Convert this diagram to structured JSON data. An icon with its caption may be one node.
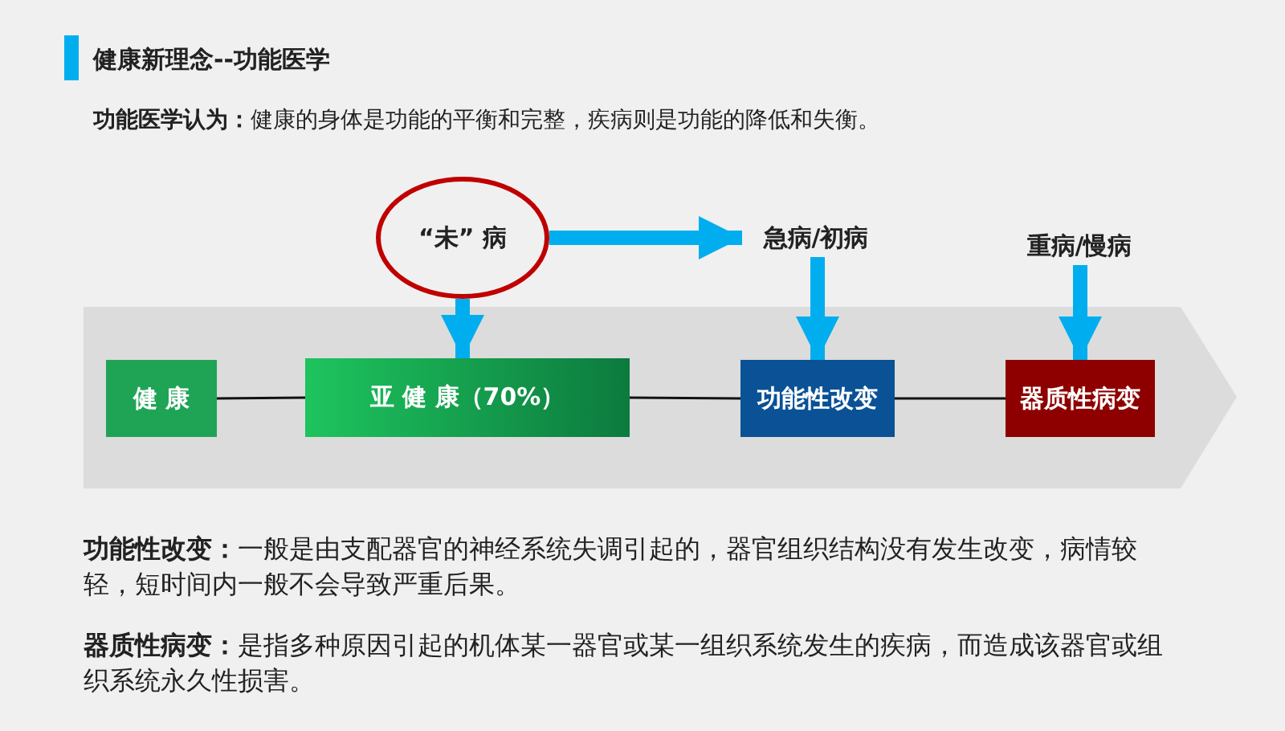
{
  "diagram": {
    "title": "健康新理念--功能医学",
    "nodes": [
      {
        "text": [
          "健 康"
        ]
      },
      {
        "text": [
          "亚 健 康（70%）"
        ]
      },
      {
        "text": [
          "功能性改变"
        ]
      },
      {
        "text": [
          "器质性病变"
        ]
      },
      {
        "text": [
          "“未” 病"
        ]
      },
      {
        "text": [
          "急病/初病"
        ]
      },
      {
        "text": [
          "重病/慢病"
        ]
      }
    ],
    "edges": [
      {
        "from": 0,
        "to": 1,
        "arrow": "none",
        "color": "#111111"
      },
      {
        "from": 1,
        "to": 2,
        "arrow": "none",
        "color": "#111111"
      },
      {
        "from": 2,
        "to": 3,
        "arrow": "none",
        "color": "#111111"
      },
      {
        "from": 4,
        "to": 1,
        "arrow": "to"
      },
      {
        "from": 4,
        "to": 5,
        "arrow": "to"
      },
      {
        "from": 5,
        "to": 2,
        "arrow": "to"
      },
      {
        "from": 6,
        "to": 3,
        "arrow": "to"
      }
    ],
    "labels": [
      "**功能医学认为：**健康的身体是功能的平衡和完整，疾病则是功能的降低和失衡。",
      "**功能性改变：**一般是由支配器官的神经系统失调引起的，器官组织结构没有发生改变，病情较轻，短时间内一般不会导致严重后果。",
      "**器质性病变：**是指多种原因引起的机体某一器官或某一组织系统发生的疾病，而造成该器官或组织系统永久性损害。"
    ]
  }
}
